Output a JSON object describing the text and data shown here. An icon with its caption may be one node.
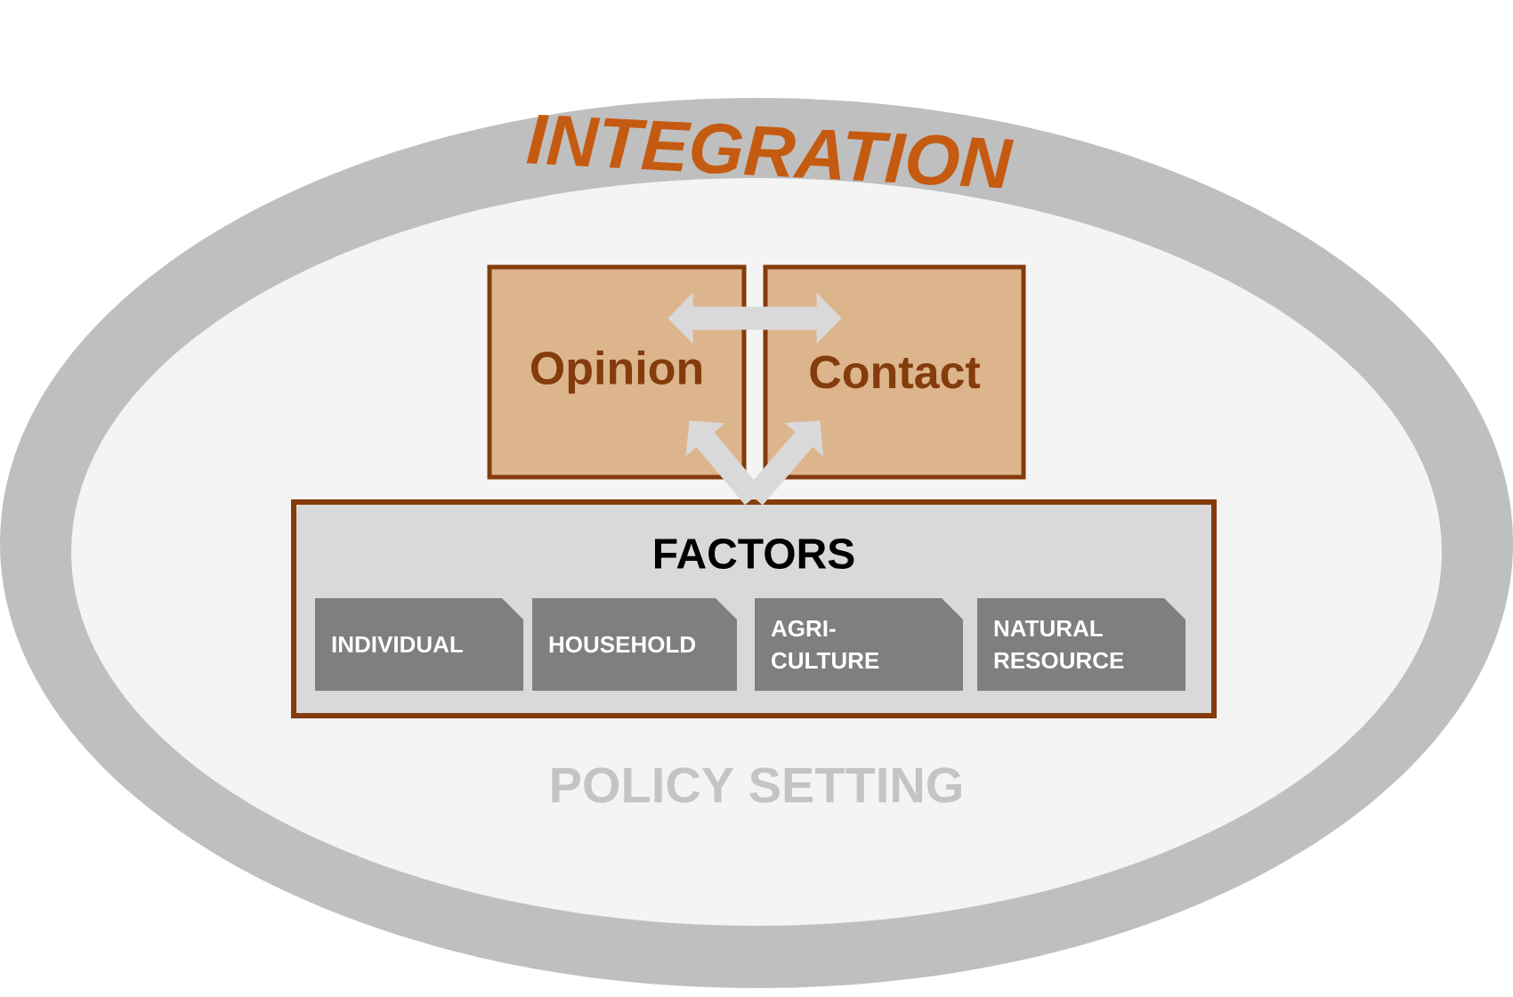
{
  "diagram": {
    "nodes": [
      {
        "text": [
          "INTEGRATION"
        ]
      },
      {
        "text": [
          "POLICY SETTING"
        ],
        "in": 0
      },
      {
        "text": [
          "Opinion"
        ],
        "in": 1
      },
      {
        "text": [
          "Contact"
        ],
        "in": 1
      },
      {
        "text": [
          "FACTORS"
        ],
        "in": 1
      },
      {
        "text": [
          "INDIVIDUAL"
        ],
        "in": 4
      },
      {
        "text": [
          "HOUSEHOLD"
        ],
        "in": 4
      },
      {
        "text": [
          "AGRI- CULTURE"
        ],
        "in": 4
      },
      {
        "text": [
          "NATURAL RESOURCE"
        ],
        "in": 4
      }
    ],
    "edges": [
      {
        "from": 2,
        "to": 3,
        "arrow": "both"
      },
      {
        "from": 4,
        "to": 2,
        "arrow": "to"
      },
      {
        "from": 4,
        "to": 3,
        "arrow": "to"
      }
    ]
  }
}
